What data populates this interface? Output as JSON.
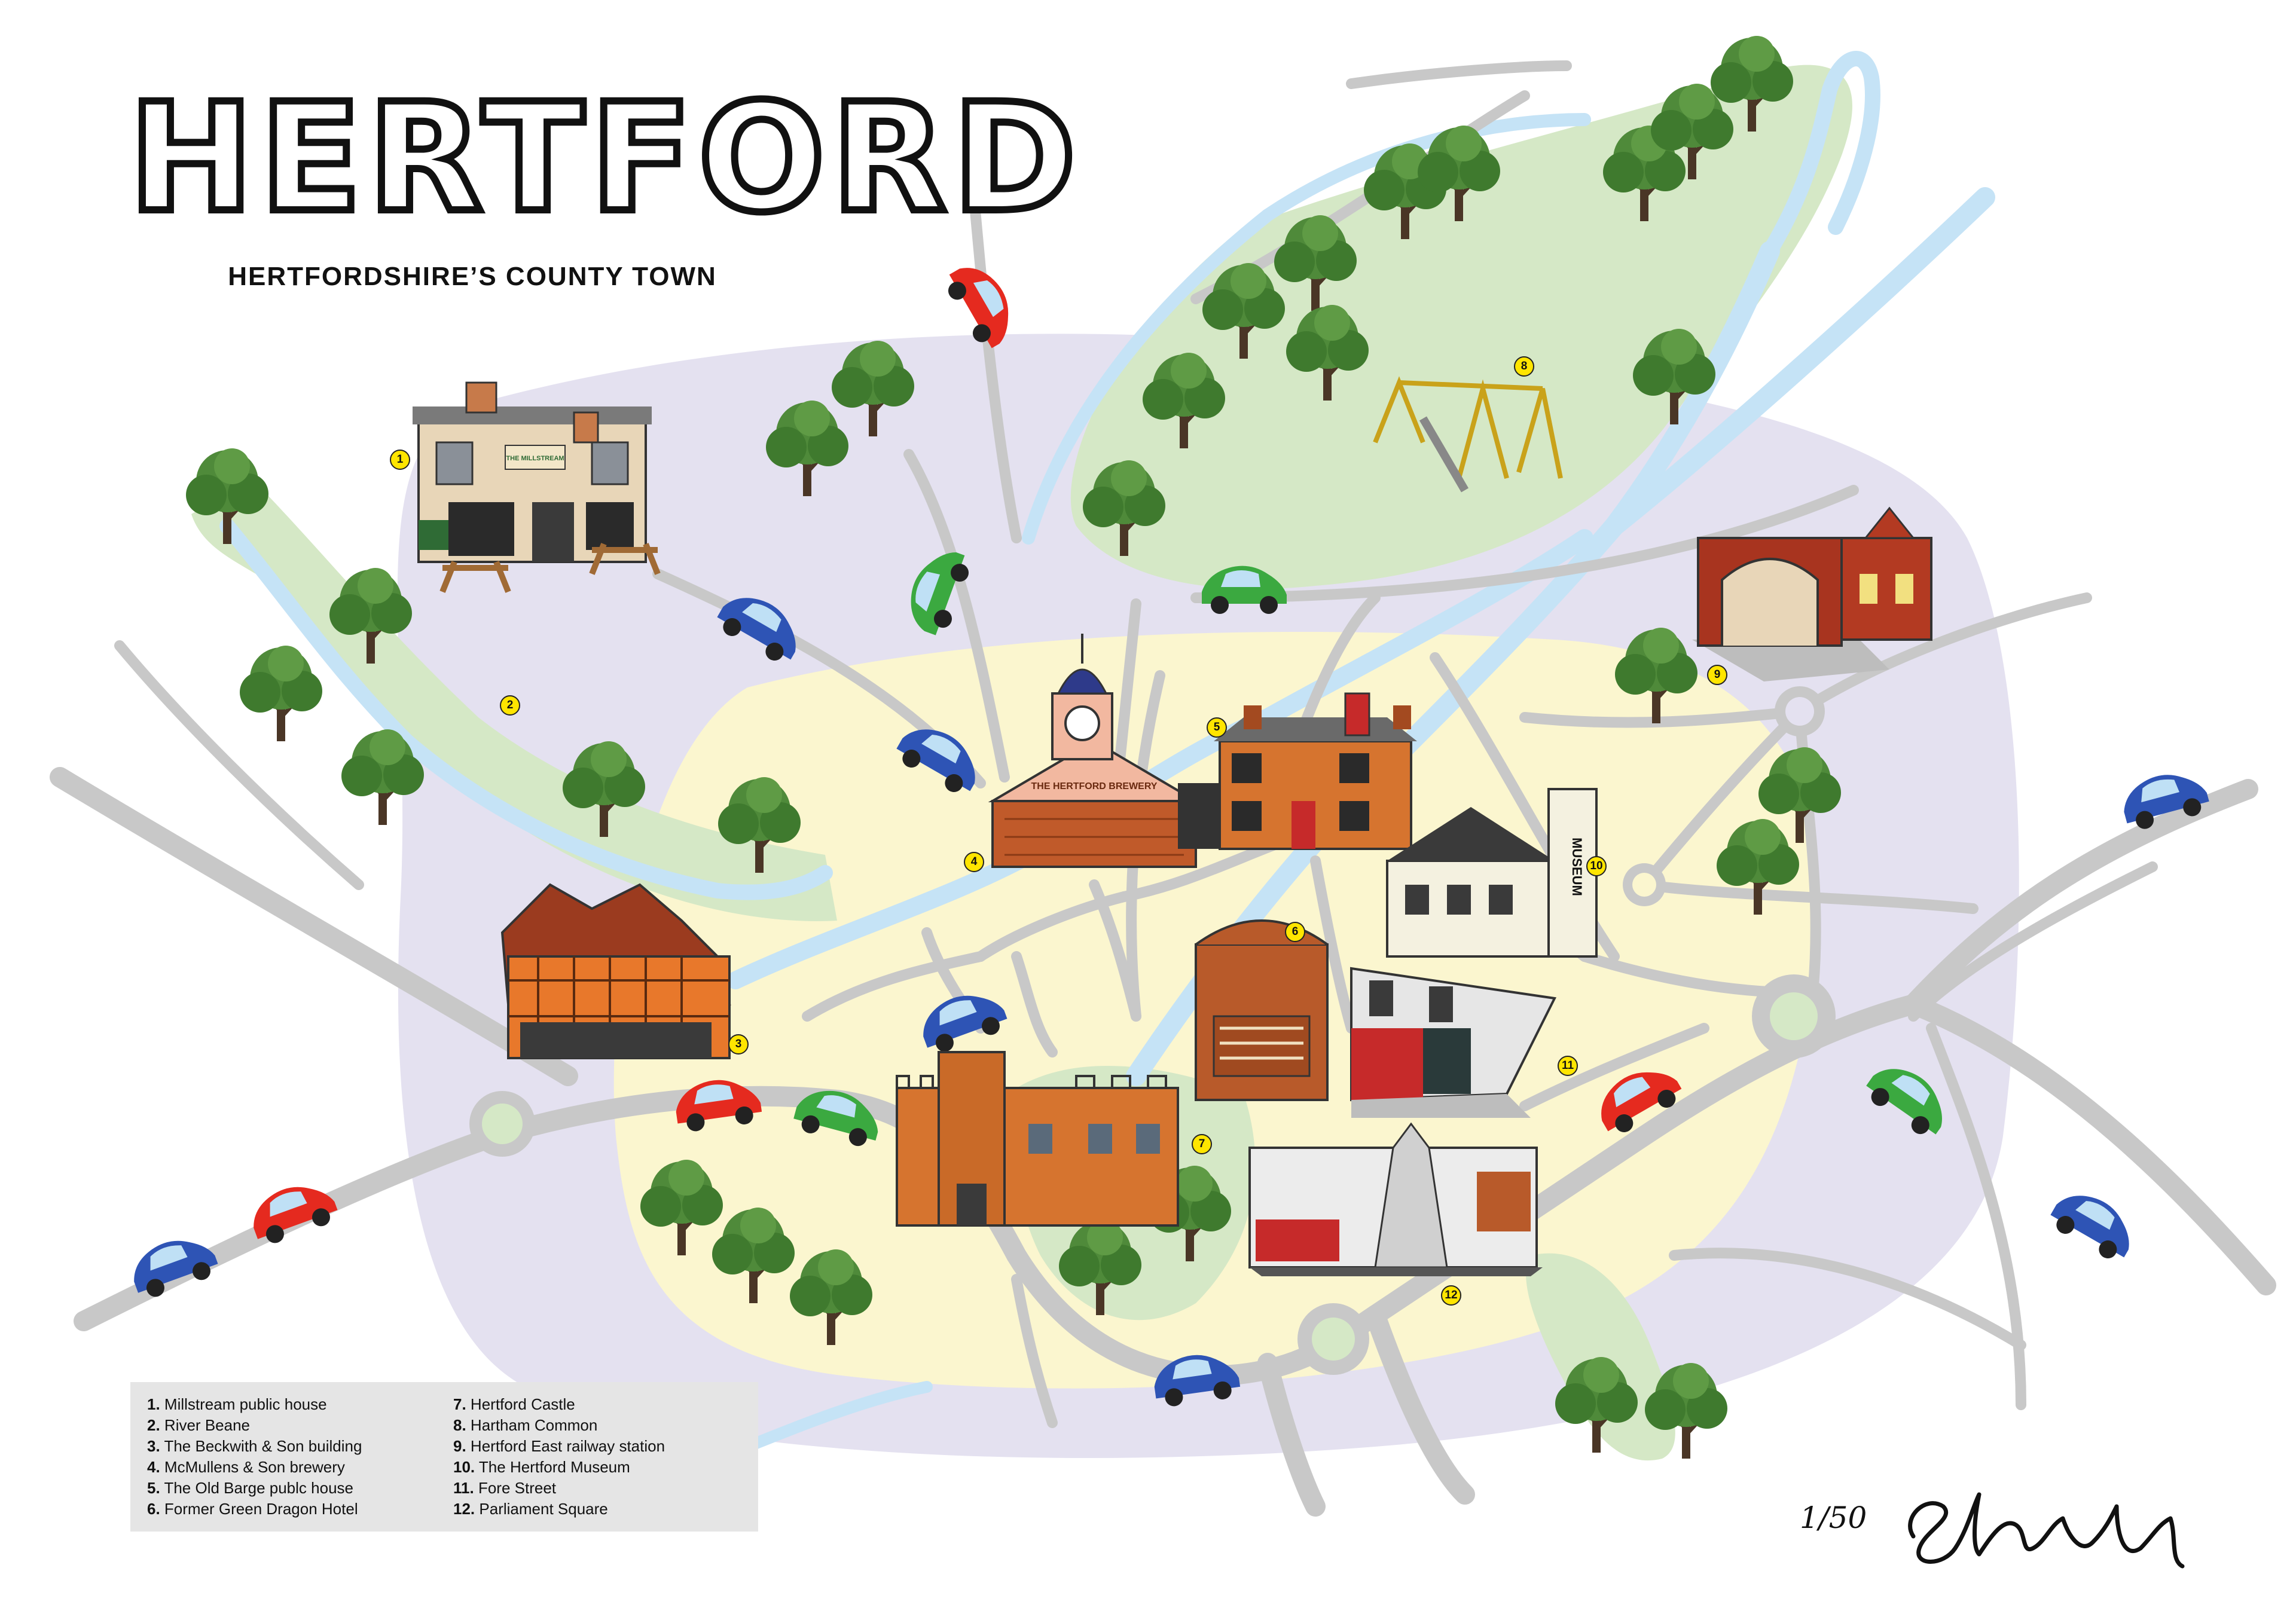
{
  "map": {
    "title": "HERTFORD",
    "subtitle": "HERTFORDSHIRE’S COUNTY TOWN",
    "edition": "1/50",
    "colors": {
      "outer_zone": "#e4e1f0",
      "inner_zone": "#fbf6cf",
      "green_space": "#d5e8c6",
      "river": "#c5e3f6",
      "road": "#c8c8c8",
      "marker": "#ffe500",
      "legend_bg": "#e5e5e5",
      "car_red": "#e52a1f",
      "car_blue": "#2e54b5",
      "car_green": "#3ba940"
    },
    "signature_icon": "handwritten-signature",
    "building_labels": {
      "brewery": "THE HERTFORD BREWERY",
      "museum": "MUSEUM",
      "pub": "THE MILLSTREAM"
    }
  },
  "legend": {
    "col1": [
      {
        "num": "1.",
        "label": "Millstream public house"
      },
      {
        "num": "2.",
        "label": "River Beane"
      },
      {
        "num": "3.",
        "label": "The Beckwith & Son building"
      },
      {
        "num": "4.",
        "label": "McMullens & Son brewery"
      },
      {
        "num": "5.",
        "label": "The Old Barge publc house"
      },
      {
        "num": "6.",
        "label": "Former Green Dragon Hotel"
      }
    ],
    "col2": [
      {
        "num": "7.",
        "label": "Hertford Castle"
      },
      {
        "num": "8.",
        "label": "Hartham Common"
      },
      {
        "num": "9.",
        "label": "Hertford East railway station"
      },
      {
        "num": "10.",
        "label": "The Hertford Museum"
      },
      {
        "num": "11.",
        "label": "Fore Street"
      },
      {
        "num": "12.",
        "label": "Parliament Square"
      }
    ]
  },
  "markers": [
    "1",
    "2",
    "3",
    "4",
    "5",
    "6",
    "7",
    "8",
    "9",
    "10",
    "11",
    "12"
  ]
}
